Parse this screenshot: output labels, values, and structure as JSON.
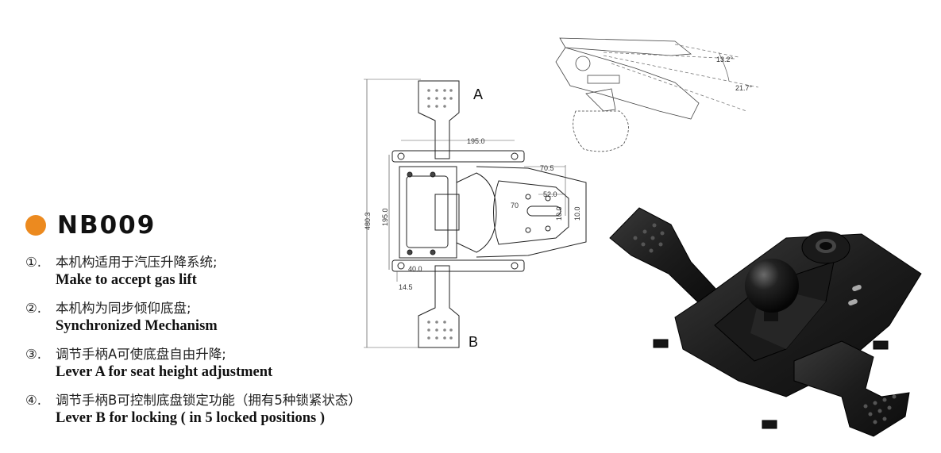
{
  "product": {
    "model": "NB009",
    "accent_color": "#ec8a1f"
  },
  "features": [
    {
      "num": "①.",
      "cn": "本机构适用于汽压升降系统;",
      "en": "Make to accept gas lift"
    },
    {
      "num": "②.",
      "cn": "本机构为同步倾仰底盘;",
      "en": "Synchronized Mechanism"
    },
    {
      "num": "③.",
      "cn": "调节手柄A可使底盘自由升降;",
      "en": "Lever A for seat height adjustment"
    },
    {
      "num": "④.",
      "cn": "调节手柄B可控制底盘锁定功能（拥有5种锁紧状态）",
      "en": "Lever B for locking ( in 5 locked positions )"
    }
  ],
  "drawing": {
    "label_a": "A",
    "label_b": "B",
    "dims": {
      "height_total": "480.3",
      "height_inner": "195.0",
      "width_top": "195.0",
      "width_side": "70.5",
      "slot": "52.0",
      "d_70": "70",
      "d_10": "10.0",
      "d_10b": "10.0",
      "d_145": "14.5",
      "d_40": "40.0"
    },
    "tilt": {
      "angle1": "13.2°",
      "angle2": "21.7°"
    }
  }
}
